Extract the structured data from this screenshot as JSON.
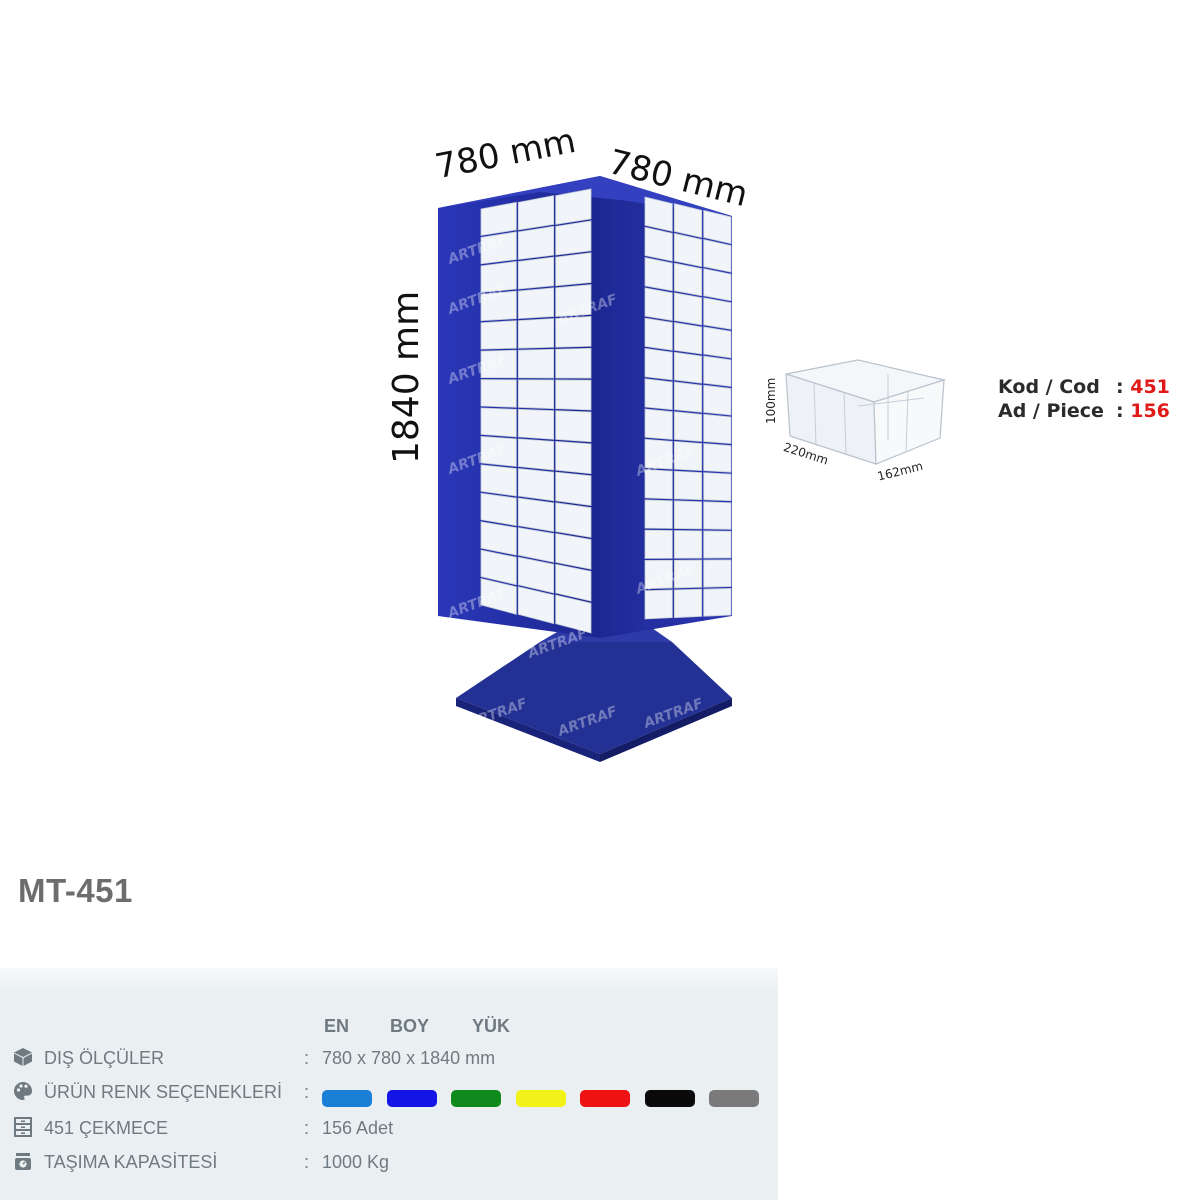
{
  "image": {
    "dimensions": {
      "width_label": "780 mm",
      "depth_label": "780 mm",
      "height_label": "1840 mm"
    },
    "watermark": "ARTRAF",
    "drawer": {
      "height_label": "100mm",
      "length_label": "220mm",
      "width_label": "162mm",
      "code_label": "Kod / Cod",
      "code_value": "451",
      "piece_label": "Ad / Piece",
      "piece_value": "156"
    }
  },
  "model": {
    "title": "MT-451"
  },
  "specs": {
    "column_headers": [
      "EN",
      "BOY",
      "YÜK"
    ],
    "rows": [
      {
        "icon": "cube-icon",
        "label": "DIŞ ÖLÇÜLER",
        "colon": ":",
        "value": "780 x 780 x 1840 mm"
      },
      {
        "icon": "palette-icon",
        "label": "ÜRÜN RENK SEÇENEKLERİ",
        "colon": ":",
        "value": ""
      },
      {
        "icon": "drawers-icon",
        "label": "451 ÇEKMECE",
        "colon": ":",
        "value": "156 Adet"
      },
      {
        "icon": "scale-icon",
        "label": "TAŞIMA KAPASİTESİ",
        "colon": ":",
        "value": "1000 Kg"
      }
    ],
    "color_options": [
      "#1c7fd6",
      "#1414e6",
      "#0f8a1c",
      "#f2f219",
      "#ee1212",
      "#0a0a0a",
      "#7a7a7a"
    ]
  },
  "colors": {
    "cabinet": "#2530a6",
    "title": "#6d6d6d",
    "panel": "#eaf0f2",
    "accent_red": "#e01919"
  }
}
